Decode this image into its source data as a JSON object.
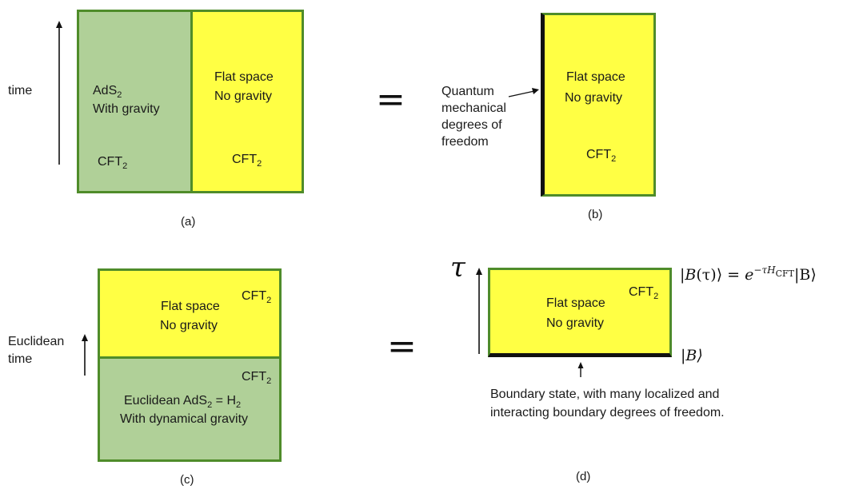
{
  "colors": {
    "flat_space": "#ffff44",
    "ads_region": "#b0d098",
    "border": "#4f8c2a"
  },
  "panel_a": {
    "axis_label": "time",
    "left_region": {
      "line1_base": "AdS",
      "line1_sub": "2",
      "line2": "With gravity",
      "cft_base": "CFT",
      "cft_sub": "2"
    },
    "right_region": {
      "line1": "Flat space",
      "line2": "No gravity",
      "cft_base": "CFT",
      "cft_sub": "2"
    },
    "caption": "(a)"
  },
  "equals_top": "=",
  "panel_b": {
    "side_label": [
      "Quantum",
      "mechanical",
      "degrees of",
      "freedom"
    ],
    "region": {
      "line1": "Flat space",
      "line2": "No gravity",
      "cft_base": "CFT",
      "cft_sub": "2"
    },
    "caption": "(b)"
  },
  "panel_c": {
    "axis_label": [
      "Euclidean",
      "time"
    ],
    "top_region": {
      "line1": "Flat space",
      "line2": "No gravity",
      "cft_base": "CFT",
      "cft_sub": "2"
    },
    "bottom_region": {
      "cft_base": "CFT",
      "cft_sub": "2",
      "line1_pre": "Euclidean AdS",
      "line1_sub": "2",
      "line1_mid": " = H",
      "line1_sub2": "2",
      "line2": "With dynamical gravity"
    },
    "caption": "(c)"
  },
  "equals_bottom": "=",
  "panel_d": {
    "axis_symbol": "τ",
    "region": {
      "line1": "Flat space",
      "line2": "No gravity",
      "cft_base": "CFT",
      "cft_sub": "2"
    },
    "top_formula": {
      "lhs_open": "|",
      "lhs_B": "B",
      "lhs_arg": "(τ)",
      "lhs_close": "⟩ = ",
      "exp_base": "e",
      "exp_power": "−τH",
      "exp_sub": "CFT",
      "rhs": "|B⟩"
    },
    "bottom_formula": "|B⟩",
    "note": [
      "Boundary state,  with many localized and",
      "interacting boundary degrees of freedom."
    ],
    "caption": "(d)"
  }
}
